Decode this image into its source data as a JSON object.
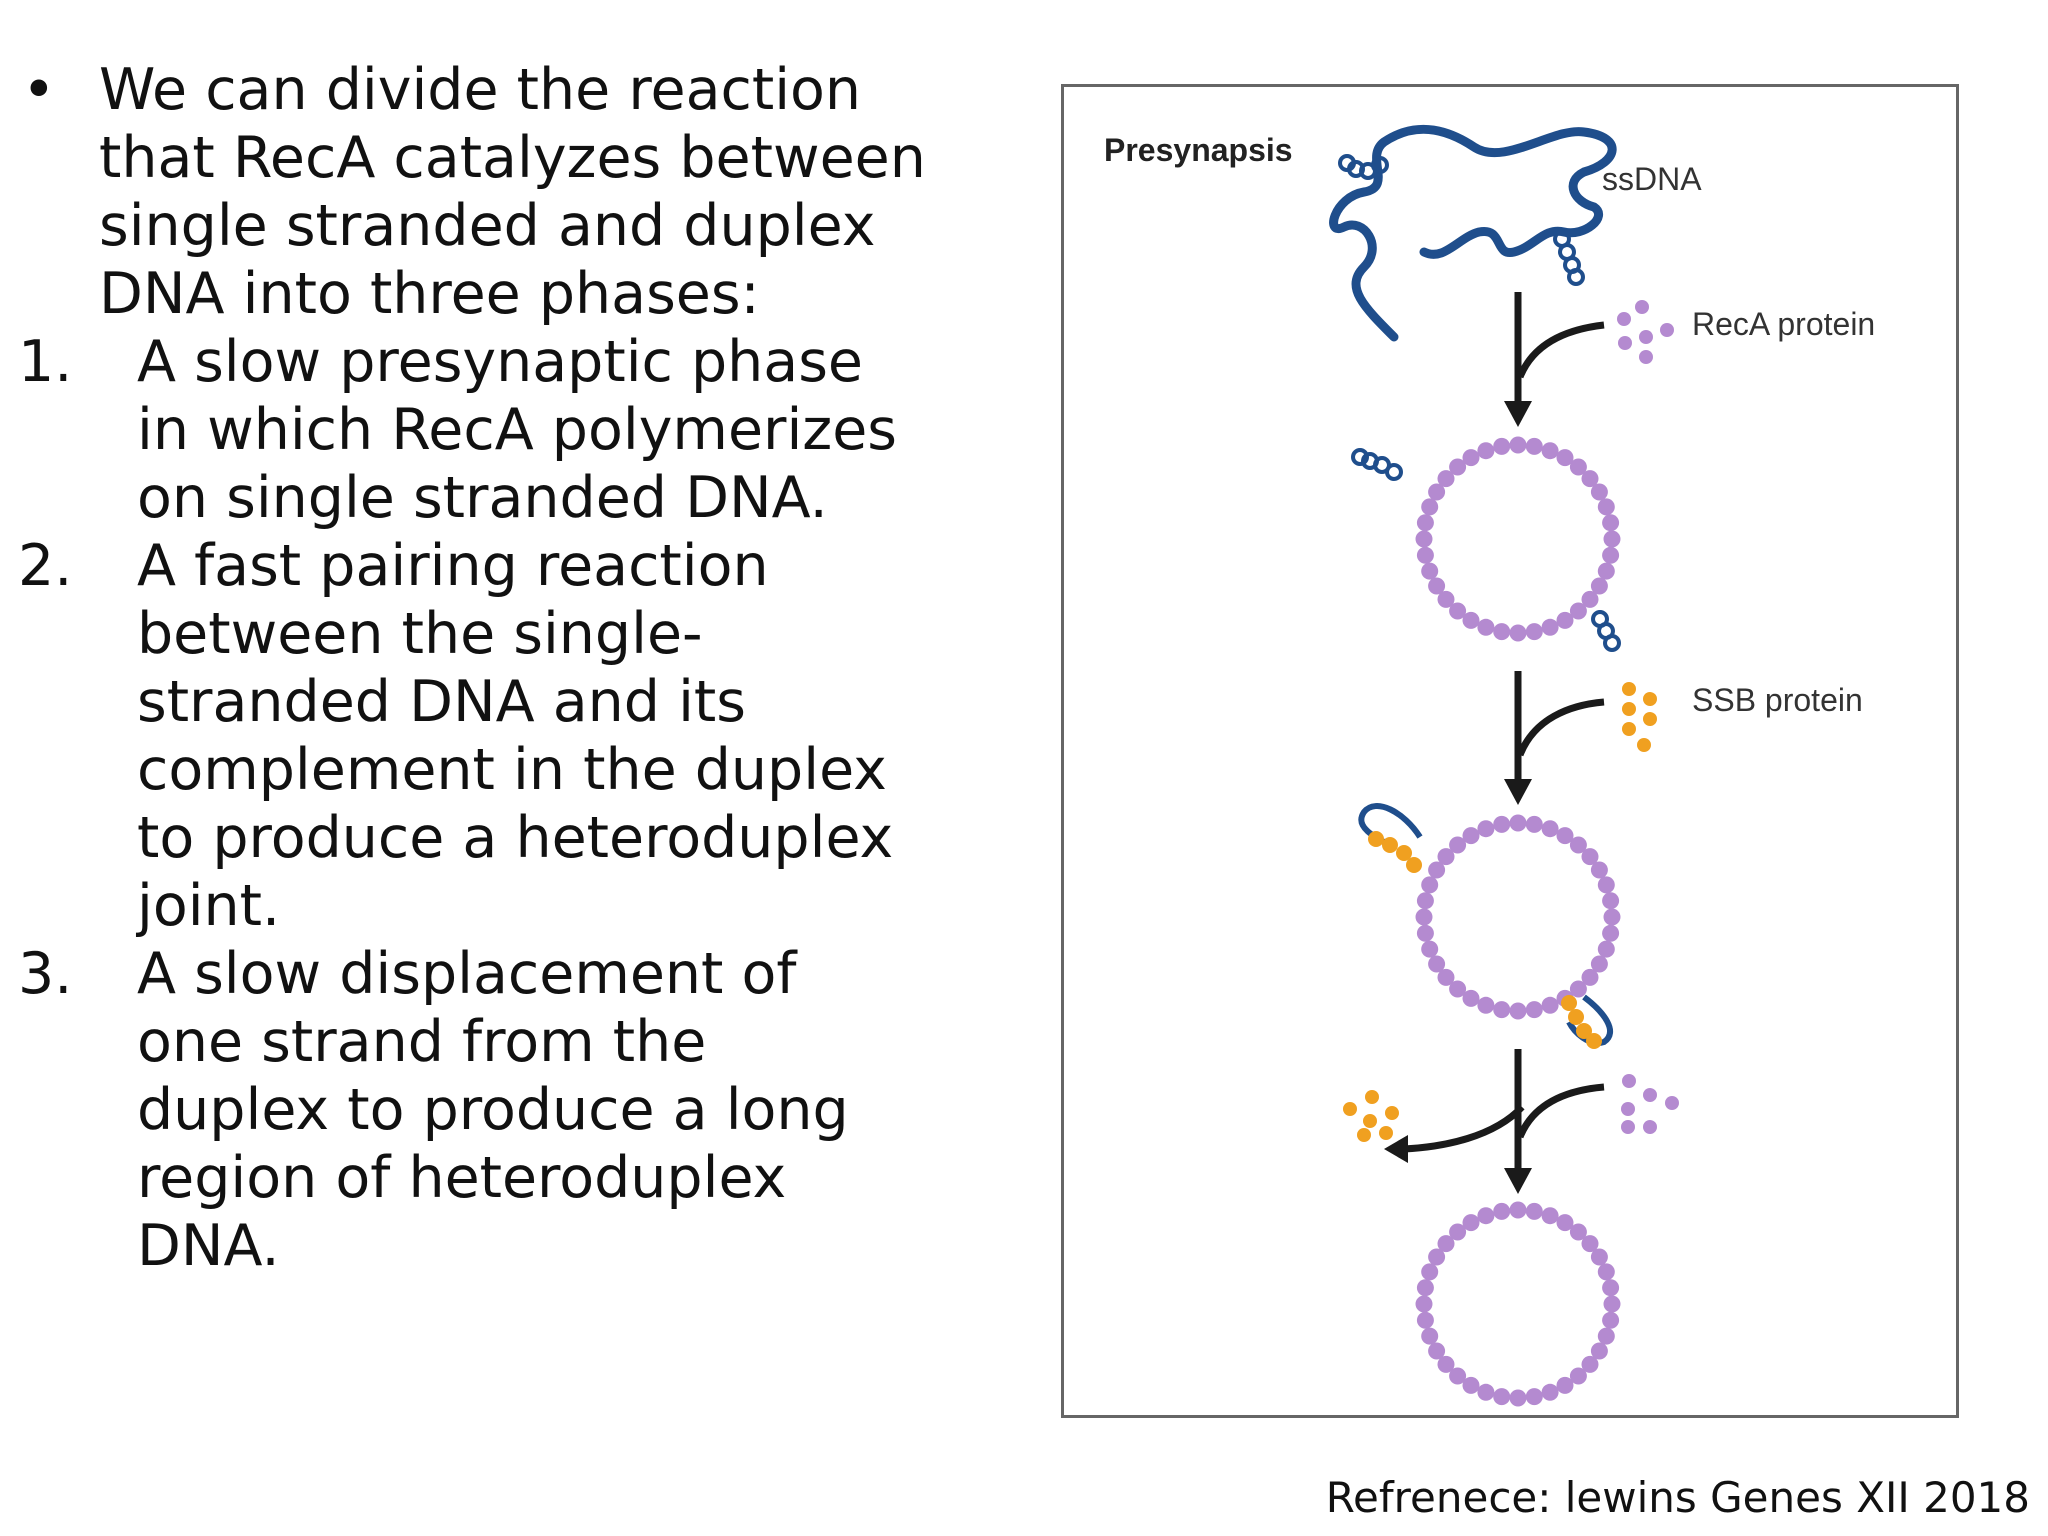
{
  "intro": {
    "marker": "•",
    "lines": [
      "We can divide the reaction",
      "that RecA catalyzes between",
      "single stranded and duplex",
      "DNA into three phases:"
    ]
  },
  "phases": [
    {
      "marker": "1.",
      "lines": [
        "A slow presynaptic phase",
        "in which RecA polymerizes",
        "on single stranded DNA."
      ]
    },
    {
      "marker": "2.",
      "lines": [
        "A fast pairing reaction",
        "between the single-",
        "stranded DNA and its",
        "complement in the duplex",
        "to produce a heteroduplex",
        "joint."
      ]
    },
    {
      "marker": "3.",
      "lines": [
        "A slow displacement of",
        "one strand from the",
        "duplex to produce a long",
        "region of heteroduplex",
        "DNA."
      ]
    }
  ],
  "figure": {
    "title": "Presynapsis",
    "ssdna_label": "ssDNA",
    "reca_label": "RecA protein",
    "ssb_label": "SSB protein",
    "colors": {
      "dna": "#1f4e8c",
      "reca": "#b48ad0",
      "ssb": "#f0a020",
      "arrow": "#1a1a1a",
      "border": "#666666"
    }
  },
  "reference": "Refrenece: lewins Genes XII 2018"
}
